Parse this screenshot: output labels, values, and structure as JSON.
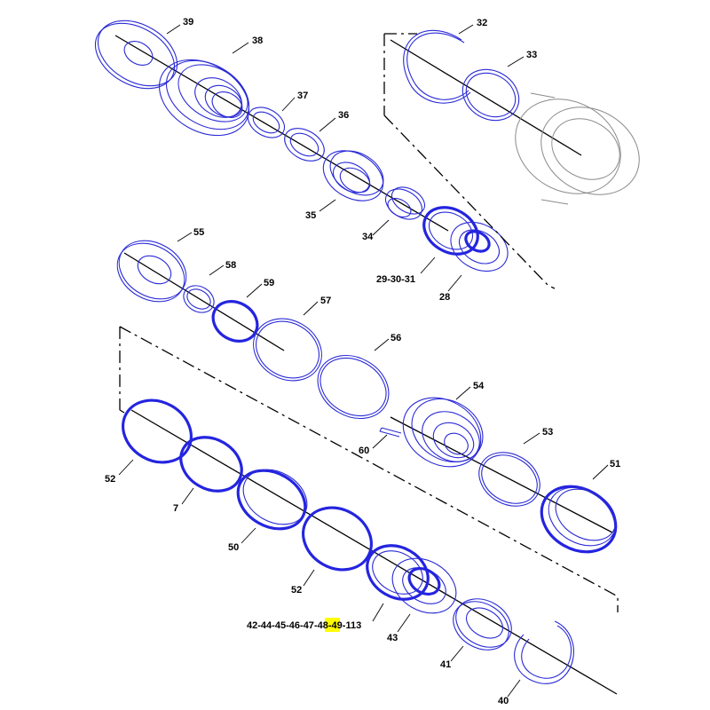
{
  "colors": {
    "part": "#2a2ad6",
    "highlight": "#ffff00",
    "leader": "#000000",
    "ring_gear": "#8a8a8a"
  },
  "callouts": {
    "c39": "39",
    "c38": "38",
    "c37": "37",
    "c36": "36",
    "c35": "35",
    "c34": "34",
    "c32": "32",
    "c33": "33",
    "c29": "29-30-31",
    "c28": "28",
    "c55": "55",
    "c58": "58",
    "c59": "59",
    "c57": "57",
    "c56": "56",
    "c54": "54",
    "c60": "60",
    "c53": "53",
    "c51": "51",
    "c52a": "52",
    "c7": "7",
    "c50": "50",
    "c52b": "52",
    "c43": "43",
    "c41": "41",
    "c40": "40"
  },
  "assembly_label": {
    "parts": [
      "42",
      "44",
      "45",
      "46",
      "47",
      "48",
      "49",
      "113"
    ],
    "separator": "-",
    "highlighted": "48"
  }
}
